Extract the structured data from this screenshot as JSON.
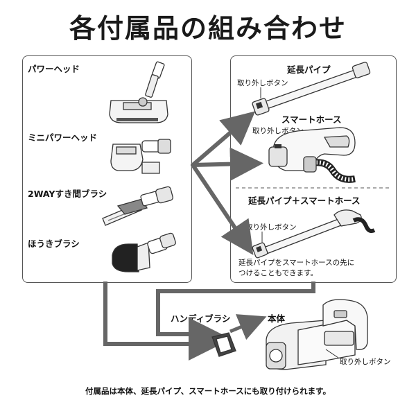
{
  "title": "各付属品の組み合わせ",
  "left_panel": {
    "items": [
      {
        "label": "パワーヘッド",
        "icon": "power-head-icon"
      },
      {
        "label": "ミニパワーヘッド",
        "icon": "mini-power-head-icon"
      },
      {
        "label": "2WAYすき間ブラシ",
        "icon": "crevice-brush-icon"
      },
      {
        "label": "ほうきブラシ",
        "icon": "broom-brush-icon"
      }
    ]
  },
  "right_panel": {
    "extension_pipe": "延長パイプ",
    "release_button_1": "取り外しボタン",
    "smart_hose": "スマートホース",
    "release_button_2": "取り外しボタン",
    "combo_title": "延長パイプ＋スマートホース",
    "release_button_3": "取り外しボタン",
    "note_line1": "延長パイプをスマートホースの先に",
    "note_line2": "つけることもできます。"
  },
  "handy": {
    "label": "ハンディブラシ",
    "body_label": "本体",
    "release_button": "取り外しボタン"
  },
  "footnote": "付属品は本体、延長パイプ、スマートホースにも取り付けられます。",
  "colors": {
    "arrow": "#666666",
    "line": "#333333",
    "panel_border": "#555555",
    "brush": "#222222"
  }
}
